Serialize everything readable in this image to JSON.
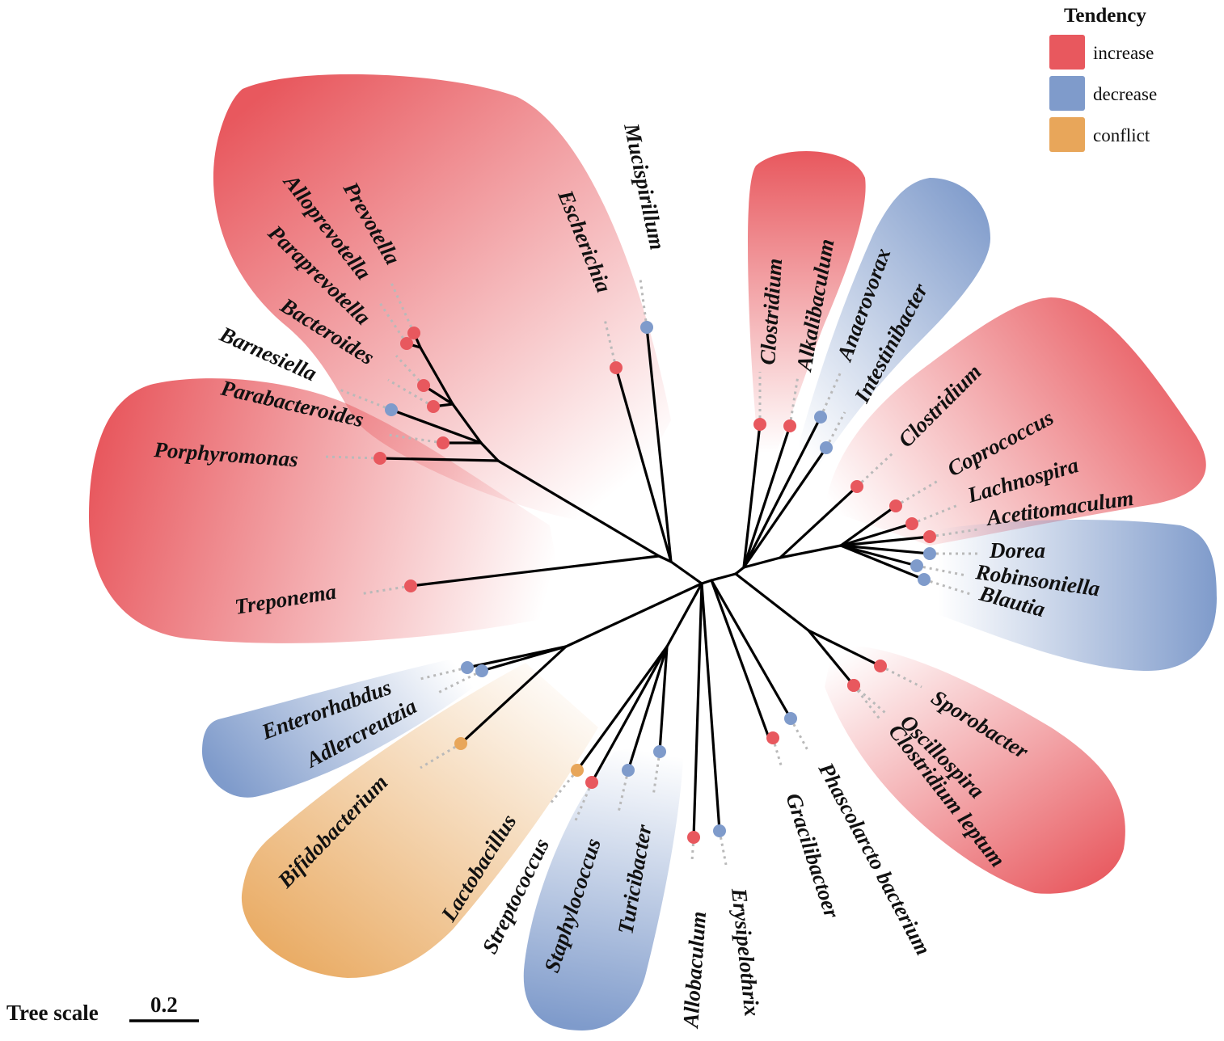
{
  "colors": {
    "increase": "#e8585e",
    "decrease": "#7f9bcb",
    "conflict": "#e8a65a",
    "branch": "#000000",
    "connector": "#b9b9b9"
  },
  "legend": {
    "title": "Tendency",
    "items": [
      {
        "key": "increase",
        "label": "increase"
      },
      {
        "key": "decrease",
        "label": "decrease"
      },
      {
        "key": "conflict",
        "label": "conflict"
      }
    ]
  },
  "scale": {
    "label": "Tree scale",
    "value": "0.2"
  },
  "leaves": [
    {
      "name": "Mucispirillum",
      "tendency": "decrease"
    },
    {
      "name": "Escherichia",
      "tendency": "increase"
    },
    {
      "name": "Prevotella",
      "tendency": "increase"
    },
    {
      "name": "Alloprevotella",
      "tendency": "increase"
    },
    {
      "name": "Paraprevotella",
      "tendency": "increase"
    },
    {
      "name": "Bacteroides",
      "tendency": "increase"
    },
    {
      "name": "Barnesiella",
      "tendency": "decrease"
    },
    {
      "name": "Parabacteroides",
      "tendency": "increase"
    },
    {
      "name": "Porphyromonas",
      "tendency": "increase"
    },
    {
      "name": "Treponema",
      "tendency": "increase"
    },
    {
      "name": "Enterorhabdus",
      "tendency": "decrease"
    },
    {
      "name": "Adlercreutzia",
      "tendency": "decrease"
    },
    {
      "name": "Bifidobacterium",
      "tendency": "conflict"
    },
    {
      "name": "Lactobacillus",
      "tendency": "conflict"
    },
    {
      "name": "Streptococcus",
      "tendency": "increase"
    },
    {
      "name": "Staphylococcus",
      "tendency": "decrease"
    },
    {
      "name": "Turicibacter",
      "tendency": "decrease"
    },
    {
      "name": "Allobaculum",
      "tendency": "increase"
    },
    {
      "name": "Erysipelothrix",
      "tendency": "decrease"
    },
    {
      "name": "Gracilibactoer",
      "tendency": "increase"
    },
    {
      "name": "Phascolarcto bacterium",
      "tendency": "decrease"
    },
    {
      "name": "Sporobacter",
      "tendency": "increase"
    },
    {
      "name": "Oscillospira",
      "tendency": "increase"
    },
    {
      "name": "Clostridium leptum",
      "tendency": "increase"
    },
    {
      "name": "Blautia",
      "tendency": "decrease"
    },
    {
      "name": "Robinsoniella",
      "tendency": "decrease"
    },
    {
      "name": "Dorea",
      "tendency": "decrease"
    },
    {
      "name": "Acetitomaculum",
      "tendency": "increase"
    },
    {
      "name": "Lachnospira",
      "tendency": "increase"
    },
    {
      "name": "Coprococcus",
      "tendency": "increase"
    },
    {
      "name": "Clostridium",
      "tendency": "increase"
    },
    {
      "name": "Intestinibacter",
      "tendency": "decrease"
    },
    {
      "name": "Anaerovorax",
      "tendency": "decrease"
    },
    {
      "name": "Alkalibaculum",
      "tendency": "increase"
    },
    {
      "name": "Clostridium",
      "tendency": "increase"
    }
  ]
}
